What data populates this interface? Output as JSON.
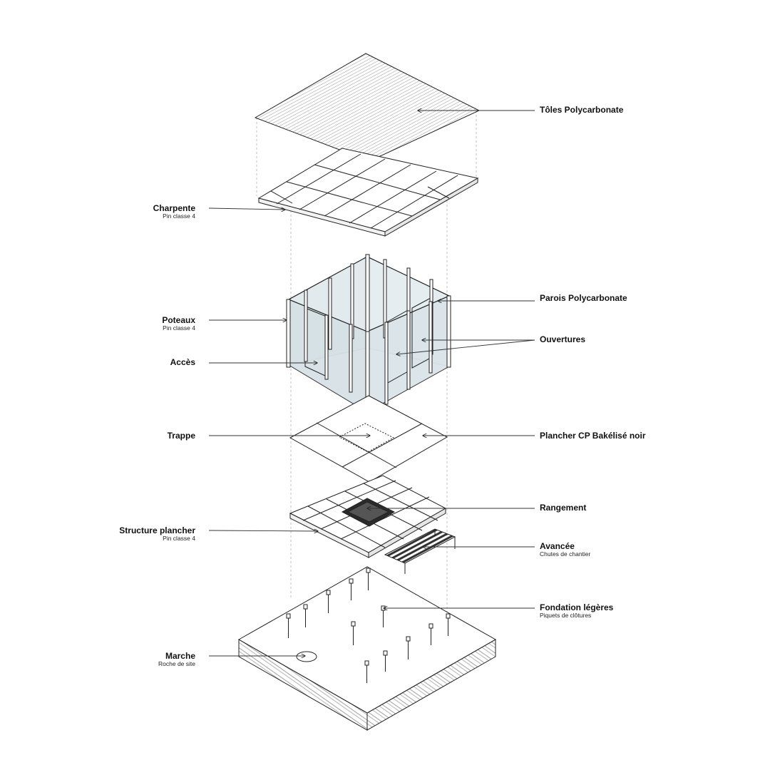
{
  "labels": {
    "toles": {
      "title": "Tôles Polycarbonate"
    },
    "charpente": {
      "title": "Charpente",
      "sub": "Pin classe 4"
    },
    "parois": {
      "title": "Parois Polycarbonate"
    },
    "poteaux": {
      "title": "Poteaux",
      "sub": "Pin classe 4"
    },
    "ouvertures": {
      "title": "Ouvertures"
    },
    "acces": {
      "title": "Accès"
    },
    "trappe": {
      "title": "Trappe"
    },
    "plancher": {
      "title": "Plancher CP Bakélisé noir"
    },
    "rangement": {
      "title": "Rangement"
    },
    "structure": {
      "title": "Structure plancher",
      "sub": "Pin classe 4"
    },
    "avancee": {
      "title": "Avancée",
      "sub": "Chutes de chantier"
    },
    "fondation": {
      "title": "Fondation légères",
      "sub": "Piquets de clôtures"
    },
    "marche": {
      "title": "Marche",
      "sub": "Roche de site"
    }
  },
  "colors": {
    "line": "#222222",
    "glass": "#dfe8ec",
    "dark": "#2a2a2a",
    "leader": "#333333"
  }
}
